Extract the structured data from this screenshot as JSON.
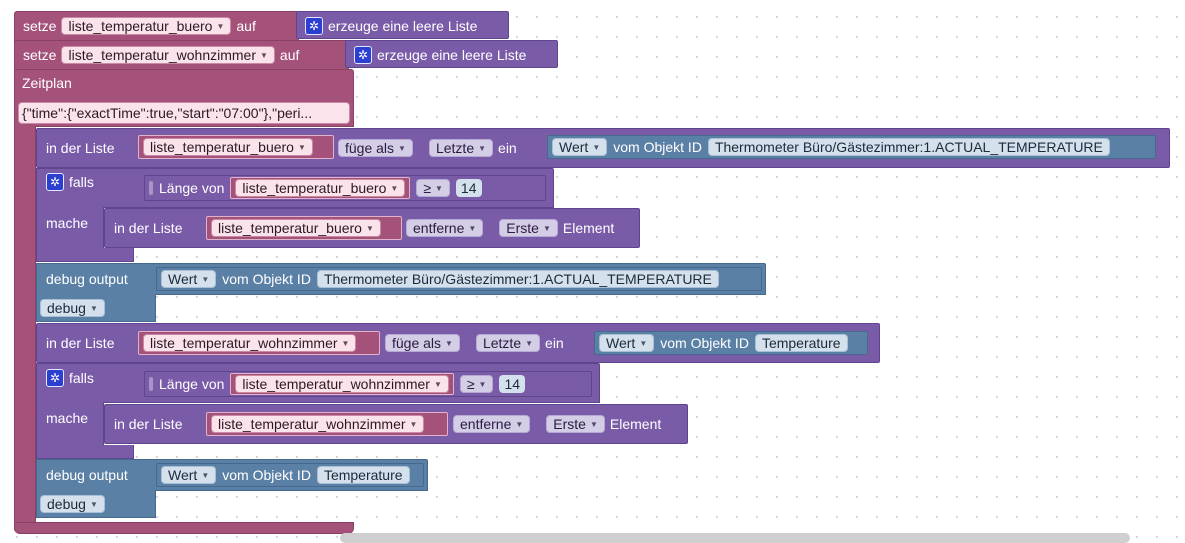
{
  "colors": {
    "variable": "#a5527a",
    "list": "#7a5ba8",
    "object": "#5b80a5",
    "gear": "#2b3fd0"
  },
  "set1": {
    "setze": "setze",
    "var": "liste_temperatur_buero",
    "auf": "auf",
    "create": "erzeuge eine leere Liste",
    "icon": "gear-icon"
  },
  "set2": {
    "setze": "setze",
    "var": "liste_temperatur_wohnzimmer",
    "auf": "auf",
    "create": "erzeuge eine leere Liste",
    "icon": "gear-icon"
  },
  "schedule": {
    "title": "Zeitplan",
    "value": "{\"time\":{\"exactTime\":true,\"start\":\"07:00\"},\"peri..."
  },
  "block1": {
    "list_insert": {
      "prefix": "in der Liste",
      "var": "liste_temperatur_buero",
      "mode": "füge als",
      "where": "Letzte",
      "ein": "ein",
      "attr": "Wert",
      "obj_label": "vom Objekt ID",
      "obj_id": "Thermometer Büro/Gästezimmer:1.ACTUAL_TEMPERATURE"
    },
    "if": {
      "falls": "falls",
      "mache": "mache",
      "length_label": "Länge von",
      "var": "liste_temperatur_buero",
      "op": "≥",
      "num": "14"
    },
    "remove": {
      "prefix": "in der Liste",
      "var": "liste_temperatur_buero",
      "action": "entferne",
      "which": "Erste",
      "suffix": "Element"
    },
    "debug": {
      "label": "debug output",
      "attr": "Wert",
      "obj_label": "vom Objekt ID",
      "obj_id": "Thermometer Büro/Gästezimmer:1.ACTUAL_TEMPERATURE",
      "level": "debug"
    }
  },
  "block2": {
    "list_insert": {
      "prefix": "in der Liste",
      "var": "liste_temperatur_wohnzimmer",
      "mode": "füge als",
      "where": "Letzte",
      "ein": "ein",
      "attr": "Wert",
      "obj_label": "vom Objekt ID",
      "obj_id": "Temperature"
    },
    "if": {
      "falls": "falls",
      "mache": "mache",
      "length_label": "Länge von",
      "var": "liste_temperatur_wohnzimmer",
      "op": "≥",
      "num": "14"
    },
    "remove": {
      "prefix": "in der Liste",
      "var": "liste_temperatur_wohnzimmer",
      "action": "entferne",
      "which": "Erste",
      "suffix": "Element"
    },
    "debug": {
      "label": "debug output",
      "attr": "Wert",
      "obj_label": "vom Objekt ID",
      "obj_id": "Temperature",
      "level": "debug"
    }
  }
}
